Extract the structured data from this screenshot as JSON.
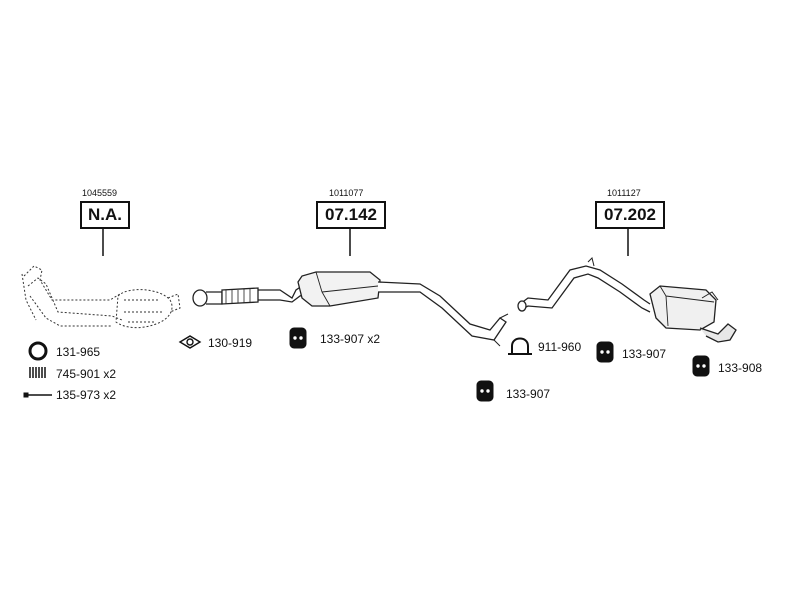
{
  "groups": [
    {
      "ref": "1045559",
      "code": "N.A."
    },
    {
      "ref": "1011077",
      "code": "07.142"
    },
    {
      "ref": "1011127",
      "code": "07.202"
    }
  ],
  "parts": {
    "ring": "131-965",
    "spring": "745-901 x2",
    "bolt": "135-973 x2",
    "gasket": "130-919",
    "hanger_a": "133-907 x2",
    "clamp": "911-960",
    "hanger_b": "133-907",
    "hanger_c": "133-907",
    "hanger_d": "133-908"
  },
  "icons": {
    "ring": "ring-gasket-icon",
    "spring": "spring-icon",
    "bolt": "bolt-icon",
    "gasket": "flange-gasket-icon",
    "hanger": "rubber-hanger-icon",
    "clamp": "pipe-clamp-icon"
  }
}
